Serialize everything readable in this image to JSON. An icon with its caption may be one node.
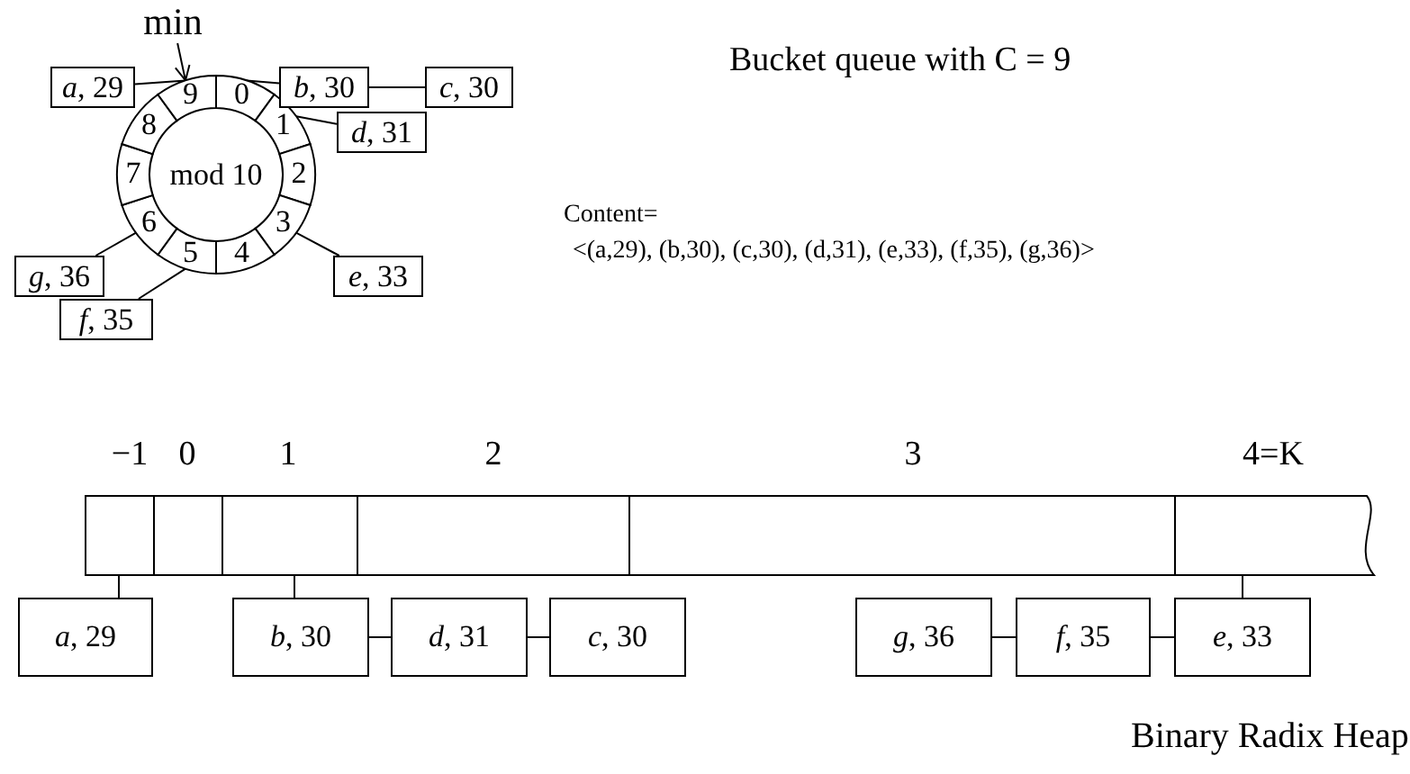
{
  "diagram": {
    "nodes": [
      {
        "text": [
          "min"
        ]
      },
      {
        "text": [
          "mod 10"
        ]
      },
      {
        "text": [
          "0"
        ]
      },
      {
        "text": [
          "1"
        ]
      },
      {
        "text": [
          "2"
        ]
      },
      {
        "text": [
          "3"
        ]
      },
      {
        "text": [
          "4"
        ]
      },
      {
        "text": [
          "5"
        ]
      },
      {
        "text": [
          "6"
        ]
      },
      {
        "text": [
          "7"
        ]
      },
      {
        "text": [
          "8"
        ]
      },
      {
        "text": [
          "9"
        ]
      },
      {
        "text": [
          "*a*, 29"
        ]
      },
      {
        "text": [
          "*b*, 30"
        ]
      },
      {
        "text": [
          "*c*, 30"
        ]
      },
      {
        "text": [
          "*d*, 31"
        ]
      },
      {
        "text": [
          "*e*, 33"
        ]
      },
      {
        "text": [
          "*g*, 36"
        ]
      },
      {
        "text": [
          "*f*, 35"
        ]
      },
      {
        "text": [
          "−1"
        ]
      },
      {
        "text": [
          "0"
        ]
      },
      {
        "text": [
          "1"
        ]
      },
      {
        "text": [
          "2"
        ]
      },
      {
        "text": [
          "3"
        ]
      },
      {
        "text": [
          "4=K"
        ]
      },
      {
        "text": [
          "*a*, 29"
        ]
      },
      {
        "text": [
          "*b*, 30"
        ]
      },
      {
        "text": [
          "*d*, 31"
        ]
      },
      {
        "text": [
          "*c*, 30"
        ]
      },
      {
        "text": [
          "*g*, 36"
        ]
      },
      {
        "text": [
          "*f*, 35"
        ]
      },
      {
        "text": [
          "*e*, 33"
        ]
      }
    ],
    "edges": [
      {
        "from": 0,
        "to": 11,
        "arrow": "to"
      },
      {
        "from": 12,
        "to": 11,
        "arrow": "none"
      },
      {
        "from": 13,
        "to": 2,
        "arrow": "none"
      },
      {
        "from": 13,
        "to": 14,
        "arrow": "none"
      },
      {
        "from": 15,
        "to": 3,
        "arrow": "none"
      },
      {
        "from": 16,
        "to": 5,
        "arrow": "none"
      },
      {
        "from": 17,
        "to": 8,
        "arrow": "none"
      },
      {
        "from": 18,
        "to": 7,
        "arrow": "none"
      },
      {
        "from": 19,
        "to": 25,
        "arrow": "none"
      },
      {
        "from": 21,
        "to": 26,
        "arrow": "none"
      },
      {
        "from": 26,
        "to": 27,
        "arrow": "none"
      },
      {
        "from": 27,
        "to": 28,
        "arrow": "none"
      },
      {
        "from": 24,
        "to": 31,
        "arrow": "none"
      },
      {
        "from": 29,
        "to": 30,
        "arrow": "none"
      },
      {
        "from": 30,
        "to": 31,
        "arrow": "none"
      }
    ],
    "labels": [
      "Bucket queue with C = 9",
      "Content=",
      "<(a,29), (b,30), (c,30), (d,31), (e,33), (f,35), (g,36)>",
      "Binary Radix Heap"
    ]
  }
}
